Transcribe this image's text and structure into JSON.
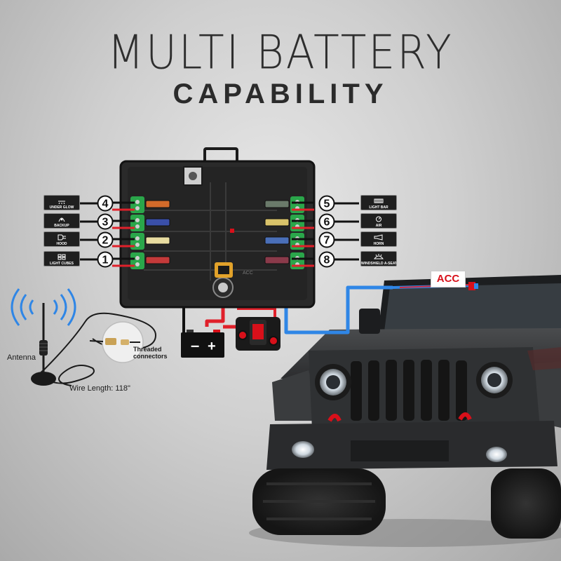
{
  "title": {
    "line1": "MULTI BATTERY",
    "line2": "CAPABILITY"
  },
  "channels_left": [
    {
      "number": "4",
      "label": "UNDER GLOW",
      "icon": "under-glow-icon",
      "fuse_color": "#d26a2a"
    },
    {
      "number": "3",
      "label": "BACKUP",
      "icon": "backup-light-icon",
      "fuse_color": "#3a4fa8"
    },
    {
      "number": "2",
      "label": "HOOD",
      "icon": "hood-light-icon",
      "fuse_color": "#e8dca0"
    },
    {
      "number": "1",
      "label": "LIGHT CUBES",
      "icon": "light-cubes-icon",
      "fuse_color": "#c43a3a"
    }
  ],
  "channels_right": [
    {
      "number": "5",
      "label": "LIGHT BAR",
      "icon": "light-bar-icon",
      "fuse_color": "#6a7a6a"
    },
    {
      "number": "6",
      "label": "AIR",
      "icon": "air-icon",
      "fuse_color": "#d9c36a"
    },
    {
      "number": "7",
      "label": "HORN",
      "icon": "horn-icon",
      "fuse_color": "#4a6fb8"
    },
    {
      "number": "8",
      "label": "WINDSHIELD A-SEAT",
      "icon": "windshield-light-icon",
      "fuse_color": "#8a3a4a"
    }
  ],
  "battery": {
    "minus": "–",
    "plus": "+"
  },
  "acc_label": "ACC",
  "antenna": {
    "label": "Antenna",
    "connector_label": "Threaded\nconnectors",
    "wire_label": "Wire Length: 118\""
  },
  "colors": {
    "wire_red": "#e0202a",
    "wire_blue": "#2f86e6",
    "wire_black": "#111111",
    "terminal_green": "#2aa64a",
    "panel": "#242424",
    "accent_red": "#d8101a"
  }
}
